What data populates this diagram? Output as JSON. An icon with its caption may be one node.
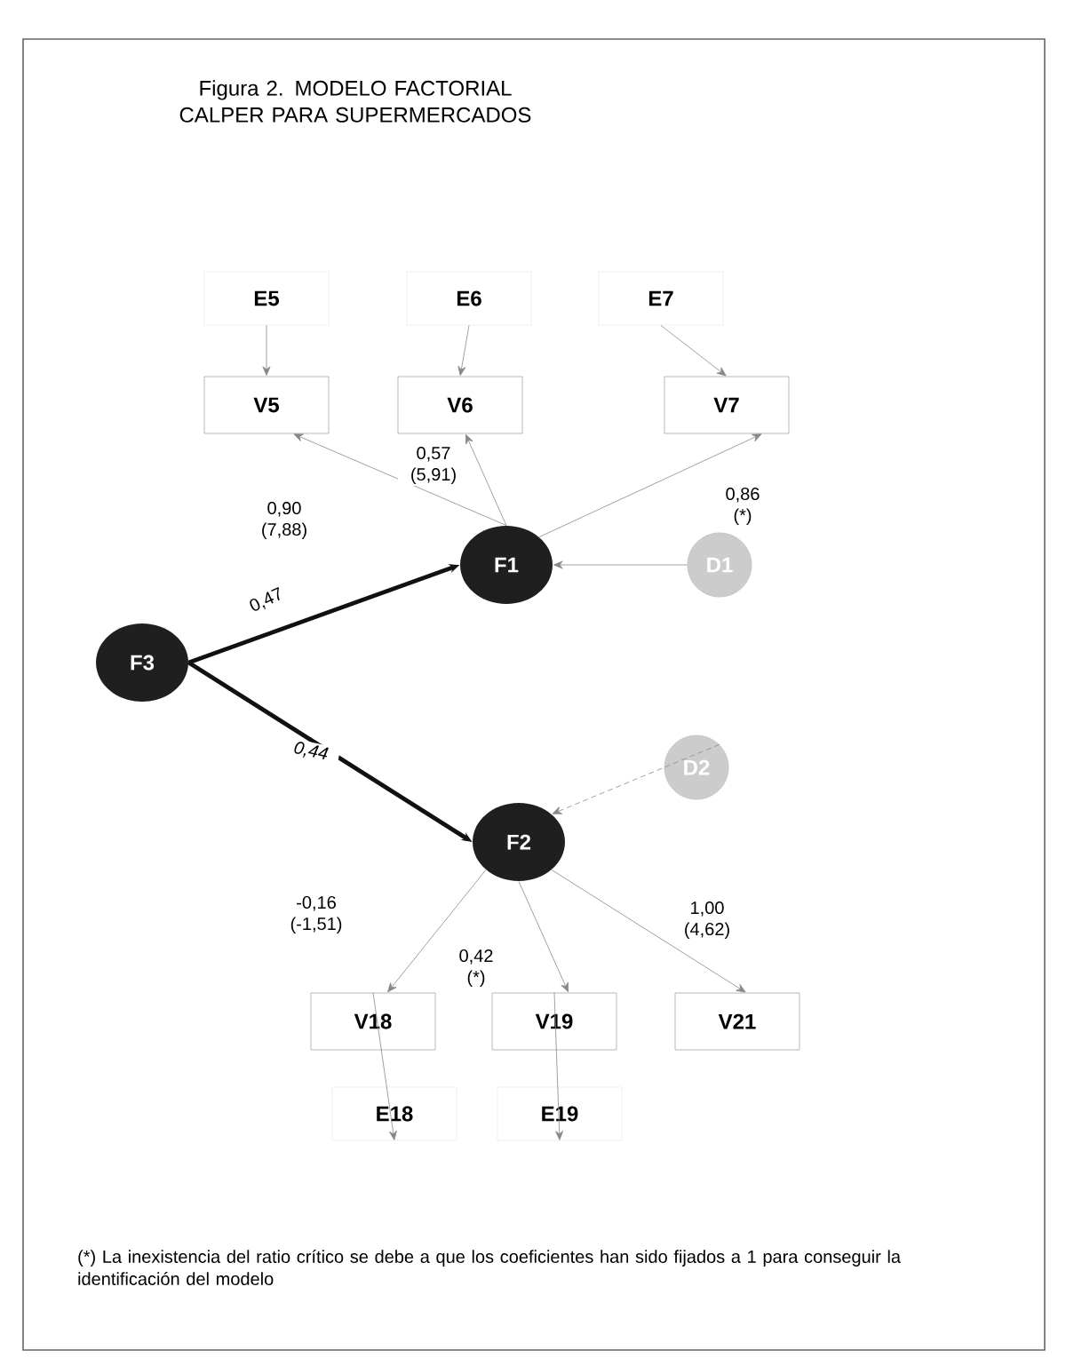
{
  "diagram": {
    "title": "Figura 2. MODELO FACTORIAL CALPER PARA SUPERMERCADOS",
    "nodes": [
      {
        "text": [
          "E5"
        ]
      },
      {
        "text": [
          "E6"
        ]
      },
      {
        "text": [
          "E7"
        ]
      },
      {
        "text": [
          "V5"
        ]
      },
      {
        "text": [
          "V6"
        ]
      },
      {
        "text": [
          "V7"
        ]
      },
      {
        "text": [
          "F1"
        ]
      },
      {
        "text": [
          "D1"
        ]
      },
      {
        "text": [
          "F3"
        ]
      },
      {
        "text": [
          "F2"
        ]
      },
      {
        "text": [
          "D2"
        ]
      },
      {
        "text": [
          "V18"
        ]
      },
      {
        "text": [
          "V19"
        ]
      },
      {
        "text": [
          "V21"
        ]
      },
      {
        "text": [
          "E18"
        ]
      },
      {
        "text": [
          "E19"
        ]
      }
    ],
    "edges": [
      {
        "from": 0,
        "to": 3,
        "arrow": "to"
      },
      {
        "from": 1,
        "to": 4,
        "arrow": "to"
      },
      {
        "from": 2,
        "to": 5,
        "arrow": "to"
      },
      {
        "from": 6,
        "to": 3,
        "arrow": "to",
        "label": "0,90 (7,88)"
      },
      {
        "from": 6,
        "to": 4,
        "arrow": "to",
        "label": "0,57 (5,91)"
      },
      {
        "from": 6,
        "to": 5,
        "arrow": "to",
        "label": "0,86 (*)"
      },
      {
        "from": 7,
        "to": 6,
        "arrow": "to"
      },
      {
        "from": 8,
        "to": 6,
        "arrow": "to",
        "label": "0,47",
        "style": "thick",
        "color": "#111111"
      },
      {
        "from": 8,
        "to": 9,
        "arrow": "to",
        "label": "0,44",
        "style": "thick",
        "color": "#111111"
      },
      {
        "from": 10,
        "to": 9,
        "arrow": "to",
        "style": "dashed"
      },
      {
        "from": 9,
        "to": 11,
        "arrow": "to",
        "label": "-0,16 (-1,51)"
      },
      {
        "from": 9,
        "to": 12,
        "arrow": "to",
        "label": "0,42 (*)"
      },
      {
        "from": 9,
        "to": 13,
        "arrow": "to",
        "label": "1,00 (4,62)"
      },
      {
        "from": 11,
        "to": 14,
        "arrow": "to"
      },
      {
        "from": 12,
        "to": 15,
        "arrow": "to"
      }
    ],
    "labels": [
      "(*) La inexistencia del ratio crítico se debe a que los coeficientes han sido fijados a 1 para conseguir la identificación del modelo"
    ]
  }
}
